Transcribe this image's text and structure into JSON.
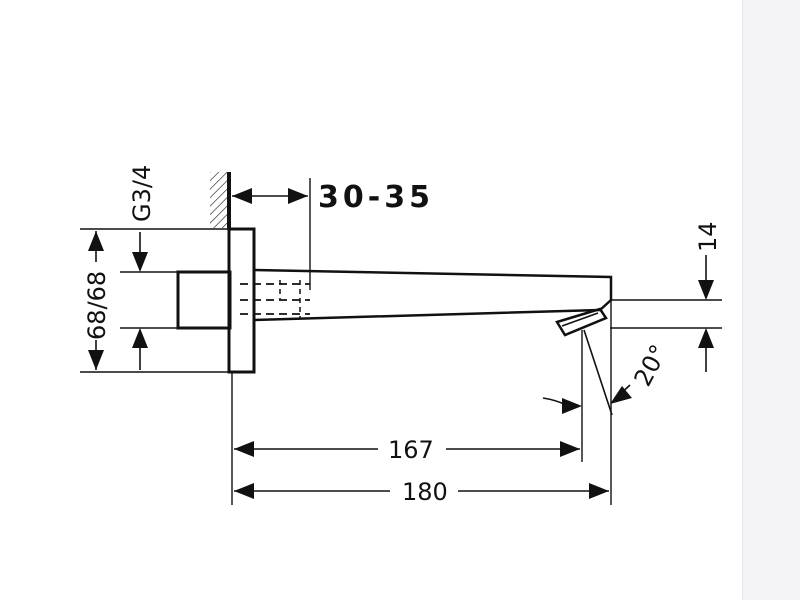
{
  "drawing": {
    "dimensions": {
      "wall_thickness": "30-35",
      "thread": "G3/4",
      "plate_size": "68/68",
      "outlet_height": "14",
      "reach_inner": "167",
      "reach_total": "180",
      "outlet_angle": "20°"
    }
  },
  "colors": {
    "line": "#111111",
    "background": "#ffffff",
    "side_panel": "#f4f4f6"
  }
}
